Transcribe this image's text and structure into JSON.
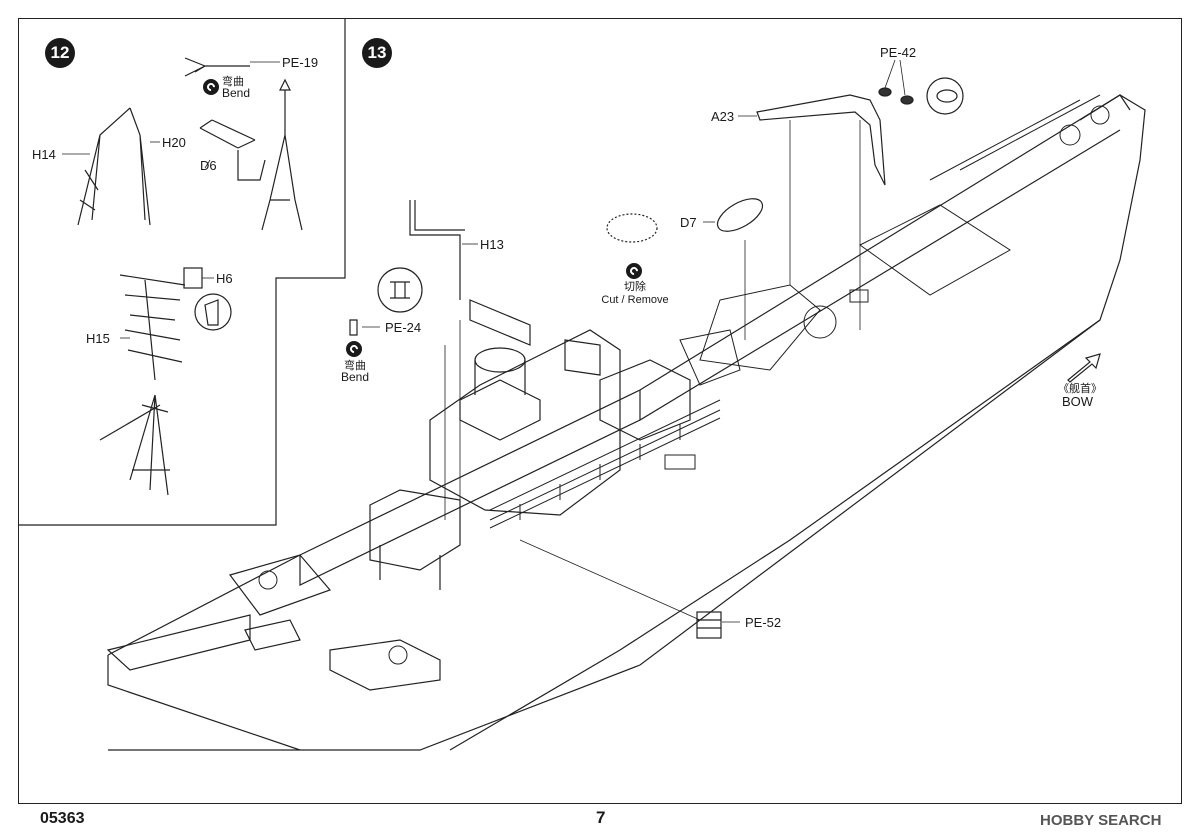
{
  "step12": {
    "number": "12",
    "labels": {
      "pe19": "PE-19",
      "bend_cn": "弯曲",
      "bend_en": "Bend",
      "h14": "H14",
      "h20": "H20",
      "d6": "D6",
      "h6": "H6",
      "h15": "H15"
    }
  },
  "step13": {
    "number": "13",
    "labels": {
      "pe42": "PE-42",
      "a23": "A23",
      "d7": "D7",
      "h13": "H13",
      "cut_cn": "切除",
      "cut_en": "Cut / Remove",
      "pe24": "PE-24",
      "bend_cn": "弯曲",
      "bend_en": "Bend",
      "bow_cn": "《舰首》",
      "bow_en": "BOW",
      "pe52": "PE-52"
    }
  },
  "footer": {
    "code": "05363",
    "page": "7",
    "brand": "HOBBY SEARCH"
  }
}
